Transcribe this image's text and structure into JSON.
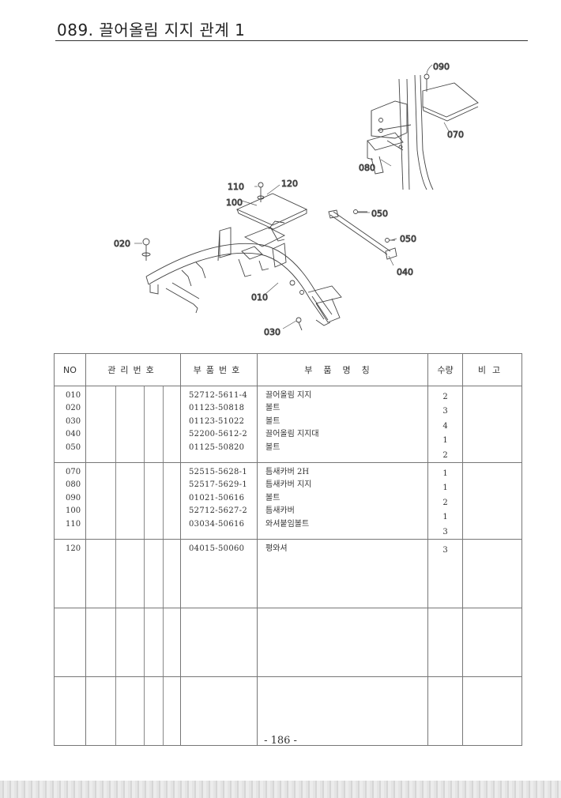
{
  "page": {
    "title": "089. 끌어올림 지지 관계 1",
    "page_number": "- 186 -"
  },
  "diagram": {
    "callouts": {
      "c010": "010",
      "c020": "020",
      "c030": "030",
      "c040": "040",
      "c050a": "050",
      "c050b": "050",
      "c070": "070",
      "c080": "080",
      "c090": "090",
      "c100": "100",
      "c110": "110",
      "c120": "120"
    }
  },
  "table": {
    "headers": {
      "no": "NO",
      "mgmt": "관리번호",
      "part_no": "부품번호",
      "name": "부품명칭",
      "qty": "수량",
      "note": "비고"
    },
    "groups": [
      {
        "no": [
          "010",
          "020",
          "030",
          "040",
          "050"
        ],
        "part_no": [
          "52712-5611-4",
          "01123-50818",
          "01123-51022",
          "52200-5612-2",
          "01125-50820"
        ],
        "name": [
          "끌어올림 지지",
          "볼트",
          "볼트",
          "끌어올림 지지대",
          "볼트"
        ],
        "qty": [
          "2",
          "3",
          "4",
          "1",
          "2"
        ]
      },
      {
        "no": [
          "070",
          "080",
          "090",
          "100",
          "110"
        ],
        "part_no": [
          "52515-5628-1",
          "52517-5629-1",
          "01021-50616",
          "52712-5627-2",
          "03034-50616"
        ],
        "name": [
          "틈새카버 2H",
          "틈새카버 지지",
          "볼트",
          "틈새카버",
          "와셔붙임볼트"
        ],
        "qty": [
          "1",
          "1",
          "2",
          "1",
          "3"
        ]
      },
      {
        "no": [
          "120"
        ],
        "part_no": [
          "04015-50060"
        ],
        "name": [
          "평와셔"
        ],
        "qty": [
          "3"
        ]
      }
    ]
  }
}
